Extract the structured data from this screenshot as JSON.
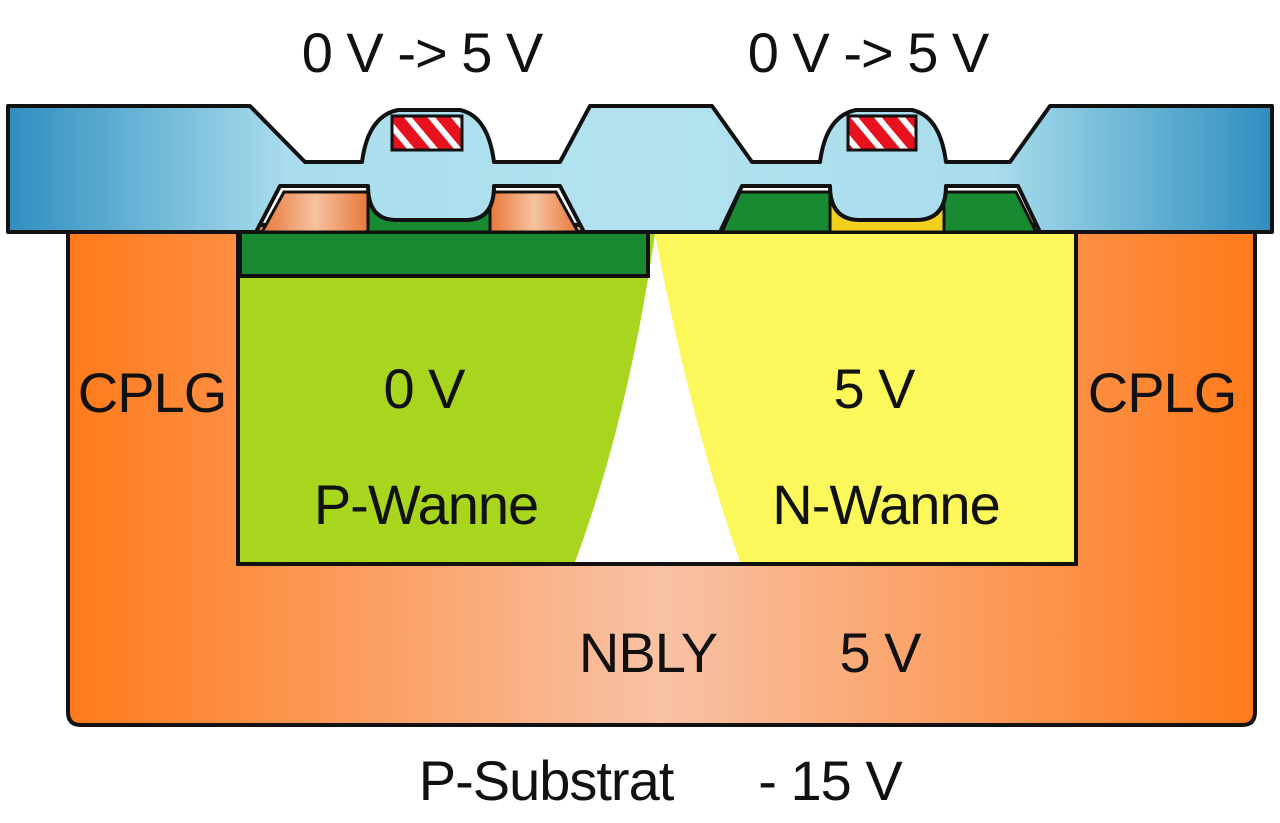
{
  "labels": {
    "gate_left_voltage": "0 V -> 5 V",
    "gate_right_voltage": "0 V -> 5 V",
    "cplg_left": "CPLG",
    "cplg_right": "CPLG",
    "p_well_voltage": "0 V",
    "p_well_name": "P-Wanne",
    "n_well_voltage": "5 V",
    "n_well_name": "N-Wanne",
    "buried_layer_name": "NBLY",
    "buried_layer_voltage": "5 V",
    "substrate_name": "P-Substrat",
    "substrate_voltage": "- 15 V"
  },
  "colors": {
    "oxide_dark": "#2f8fc0",
    "oxide_light": "#a9dcec",
    "cplg_orange": "#ff7a1a",
    "cplg_light": "#f5b692",
    "p_well": "#a8d61e",
    "n_well": "#fcf75a",
    "active_green": "#1a8a32",
    "gate_red": "#e8111e",
    "outline": "#111111"
  }
}
